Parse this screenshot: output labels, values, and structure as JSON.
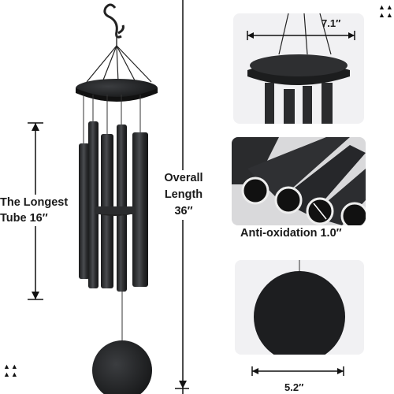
{
  "labels": {
    "longest_tube_line1": "The Longest",
    "longest_tube_line2": "Tube 16″",
    "overall_length_line1": "Overall",
    "overall_length_line2": "Length",
    "overall_length_line3": "36″",
    "top_diameter": "7.1″",
    "anti_oxidation": "Anti-oxidation 1.0″",
    "sail_diameter": "5.2″"
  },
  "colors": {
    "metal": "#2a2b2d",
    "metal_dark": "#161718",
    "metal_light": "#6c6e72",
    "panel_bg": "#eeeeef",
    "text": "#1a1a1a"
  },
  "icons": [
    "dimension-arrow-icon",
    "triangle-marker-icon"
  ]
}
